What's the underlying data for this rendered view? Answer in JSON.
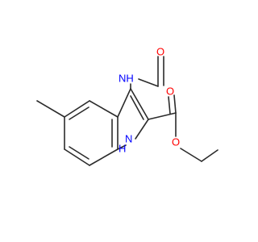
{
  "molecule": {
    "colors": {
      "bond": "#2b2b2b",
      "oxygen": "#ff0000",
      "nitrogen": "#0000ff"
    },
    "labels": {
      "amide_nh": "NH",
      "formyl_o": "O",
      "ring_nh": "NH",
      "ring_h": "H",
      "ring_n": "N",
      "ester_carbonyl_o": "O",
      "ester_o": "O"
    }
  }
}
